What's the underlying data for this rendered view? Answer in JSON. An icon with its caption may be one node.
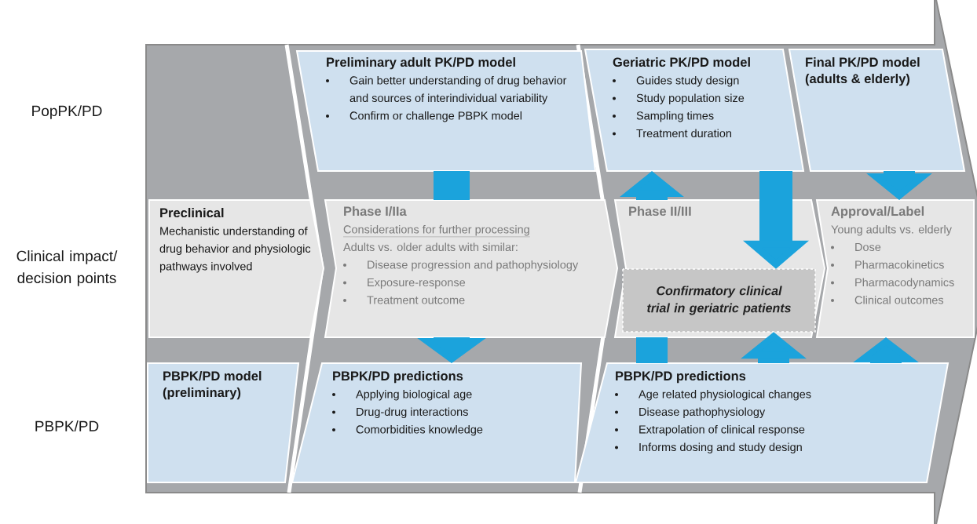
{
  "diagram": {
    "nodes": [
      {
        "text": [
          "Preliminary adult PK/PD model",
          "Gain better understanding of drug behavior and sources of interindividual variability",
          "Confirm or challenge PBPK model"
        ]
      },
      {
        "text": [
          "Geriatric PK/PD model",
          "Guides study design",
          "Study population size",
          "Sampling times",
          "Treatment duration"
        ]
      },
      {
        "text": [
          "Final PK/PD model (adults & elderly)"
        ]
      },
      {
        "text": [
          "Preclinical",
          "Mechanistic understanding of drug behavior and physiologic pathways involved"
        ]
      },
      {
        "text": [
          "Phase I/IIa",
          "Considerations for further processing",
          "Adults vs. older adults with similar:",
          "Disease progression and pathophysiology",
          "Exposure-response",
          "Treatment outcome"
        ]
      },
      {
        "text": [
          "Phase II/III"
        ]
      },
      {
        "text": [
          "Confirmatory clinical trial in geriatric patients"
        ],
        "in": 5
      },
      {
        "text": [
          "Approval/Label",
          "Young adults vs. elderly",
          "Dose",
          "Pharmacokinetics",
          "Pharmacodynamics",
          "Clinical outcomes"
        ]
      },
      {
        "text": [
          "PBPK/PD model (preliminary)"
        ]
      },
      {
        "text": [
          "PBPK/PD predictions",
          "Applying biological age",
          "Drug-drug interactions",
          "Comorbidities knowledge"
        ]
      },
      {
        "text": [
          "PBPK/PD predictions",
          "Age related physiological changes",
          "Disease pathophysiology",
          "Extrapolation of clinical response",
          "Informs dosing and study design"
        ]
      }
    ],
    "edges": [
      {
        "from": 0,
        "to": 4,
        "arrow": "none"
      },
      {
        "from": 4,
        "to": 9,
        "arrow": "to"
      },
      {
        "from": 10,
        "to": 5,
        "arrow": "none"
      },
      {
        "from": 5,
        "to": 1,
        "arrow": "to"
      },
      {
        "from": 1,
        "to": 6,
        "arrow": "to"
      },
      {
        "from": 10,
        "to": 6,
        "arrow": "to"
      },
      {
        "from": 2,
        "to": 7,
        "arrow": "to"
      },
      {
        "from": 10,
        "to": 7,
        "arrow": "to"
      }
    ],
    "labels": [
      "PopPK/PD",
      "Clinical impact/ decision points",
      "PBPK/PD"
    ]
  }
}
